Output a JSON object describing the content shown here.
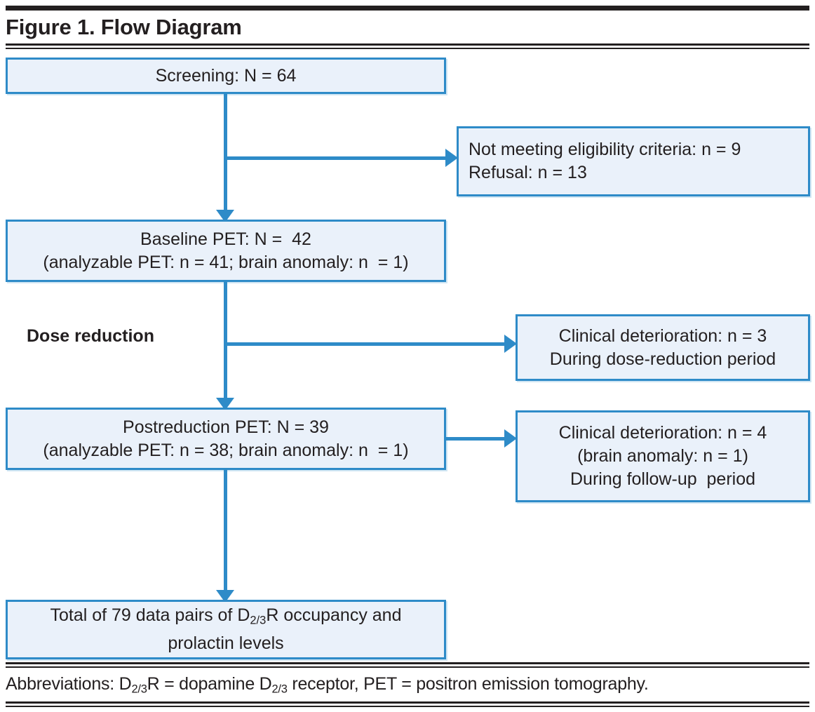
{
  "figure": {
    "title": "Figure 1. Flow Diagram",
    "footnote": "Abbreviations: D2/3R = dopamine D2/3 receptor, PET = positron emission tomography.",
    "footnote_parts": {
      "a": "Abbreviations: D",
      "sub1": "2/3",
      "b": "R = dopamine D",
      "sub2": "2/3",
      "c": " receptor, PET = positron emission tomography."
    }
  },
  "colors": {
    "box_border": "#2e8bc8",
    "box_fill": "#eaf1fa",
    "connector": "#2e8bc8",
    "rule": "#231f20",
    "text": "#231f20"
  },
  "nodes": {
    "screening": {
      "lines": [
        "Screening: N = 64"
      ]
    },
    "excluded": {
      "lines": [
        "Not meeting eligibility criteria: n = 9",
        "Refusal: n = 13"
      ]
    },
    "baseline": {
      "lines": [
        "Baseline PET: N =  42",
        "(analyzable PET: n = 41; brain anomaly: n  = 1)"
      ]
    },
    "dose_reduction_label": "Dose reduction",
    "deterioration_dose": {
      "lines": [
        "Clinical deterioration: n = 3",
        "During dose-reduction period"
      ]
    },
    "postreduction": {
      "lines": [
        "Postreduction PET: N = 39",
        "(analyzable PET: n = 38; brain anomaly: n  = 1)"
      ]
    },
    "deterioration_followup": {
      "lines": [
        "Clinical deterioration: n = 4",
        "(brain anomaly: n = 1)",
        "During follow-up  period"
      ]
    },
    "total": {
      "line1_a": "Total of 79 data pairs of D",
      "line1_sub": "2/3",
      "line1_b": "R occupancy and",
      "line2": "prolactin levels"
    }
  }
}
